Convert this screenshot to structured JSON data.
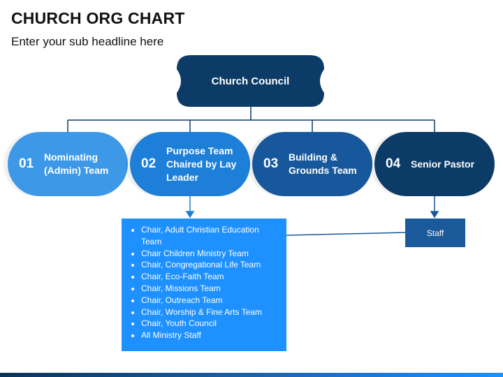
{
  "header": {
    "title": "CHURCH ORG CHART",
    "subtitle": "Enter your sub headline here"
  },
  "root": {
    "label": "Church Council",
    "color": "#0b3b66"
  },
  "nodes": [
    {
      "num": "01",
      "label": "Nominating (Admin) Team",
      "color": "#3d99e8"
    },
    {
      "num": "02",
      "label": "Purpose Team Chaired by Lay Leader",
      "color": "#1e7fd8"
    },
    {
      "num": "03",
      "label": "Building & Grounds Team",
      "color": "#17589c"
    },
    {
      "num": "04",
      "label": "Senior Pastor",
      "color": "#0b3b66"
    }
  ],
  "purpose_list": {
    "items": [
      "Chair, Adult Christian Education Team",
      "Chair Children Ministry Team",
      "Chair, Congregational Life Team",
      "Chair, Eco-Faith Team",
      "Chair, Missions Team",
      "Chair, Outreach Team",
      "Chair, Worship & Fine Arts Team",
      "Chair, Youth Council",
      "All Ministry Staff"
    ],
    "color": "#1e90ff"
  },
  "staff": {
    "label": "Staff",
    "color": "#1a5a9a"
  }
}
